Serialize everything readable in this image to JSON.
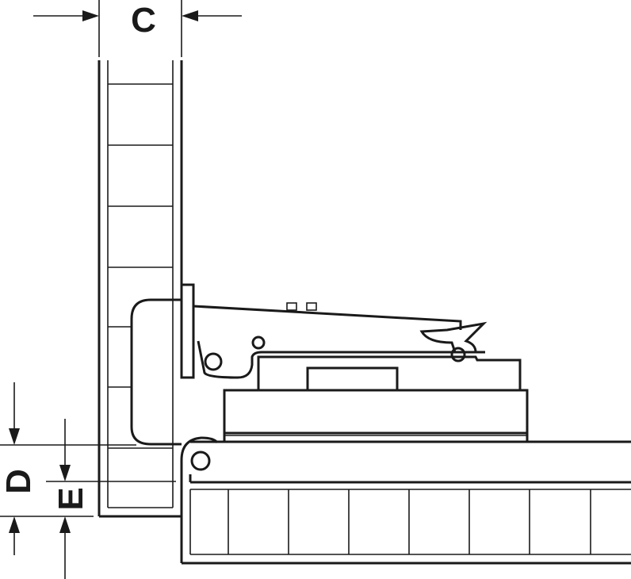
{
  "dimensions": {
    "c": "C",
    "d": "D",
    "e": "E"
  },
  "colors": {
    "line": "#1a1a1a",
    "background": "#ffffff"
  }
}
